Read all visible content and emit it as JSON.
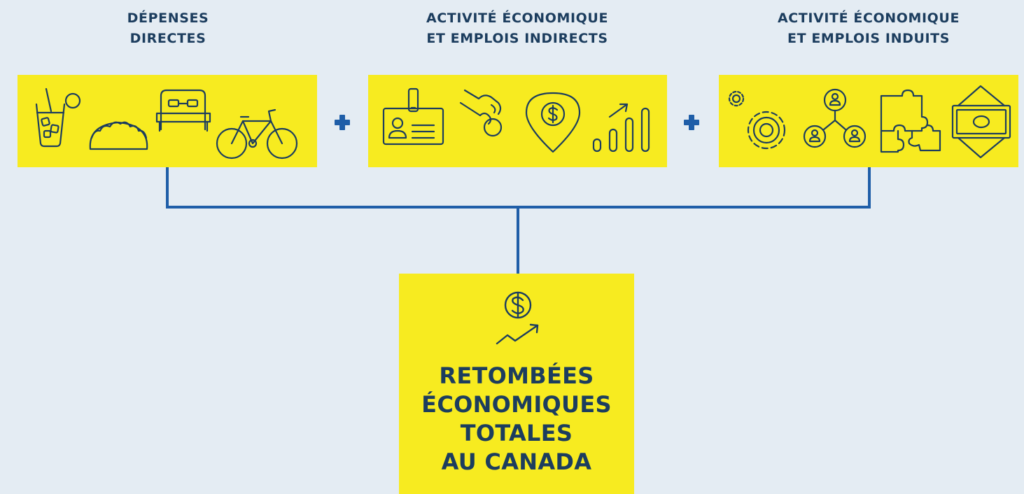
{
  "headings": {
    "direct": [
      "DÉPENSES",
      "DIRECTES"
    ],
    "indirect": [
      "ACTIVITÉ ÉCONOMIQUE",
      "ET EMPLOIS INDIRECTS"
    ],
    "induced": [
      "ACTIVITÉ ÉCONOMIQUE",
      "ET EMPLOIS INDUITS"
    ]
  },
  "result": {
    "lines": [
      "RETOMBÉES",
      "ÉCONOMIQUES",
      "TOTALES",
      "AU CANADA"
    ]
  },
  "operator": "+",
  "colors": {
    "background": "#e4ecf3",
    "box": "#f7eb20",
    "text": "#1c3d5e",
    "connector": "#1f5ea8",
    "icon_stroke": "#1c3d5e"
  },
  "icons": {
    "direct": [
      "drink-icon",
      "taco-icon",
      "bed-icon",
      "bicycle-icon"
    ],
    "indirect": [
      "id-badge-icon",
      "hand-coin-icon",
      "location-dollar-icon",
      "growth-bars-icon"
    ],
    "induced": [
      "gears-icon",
      "people-network-icon",
      "puzzle-icon",
      "banknote-icon"
    ],
    "result": "dollar-growth-icon"
  }
}
